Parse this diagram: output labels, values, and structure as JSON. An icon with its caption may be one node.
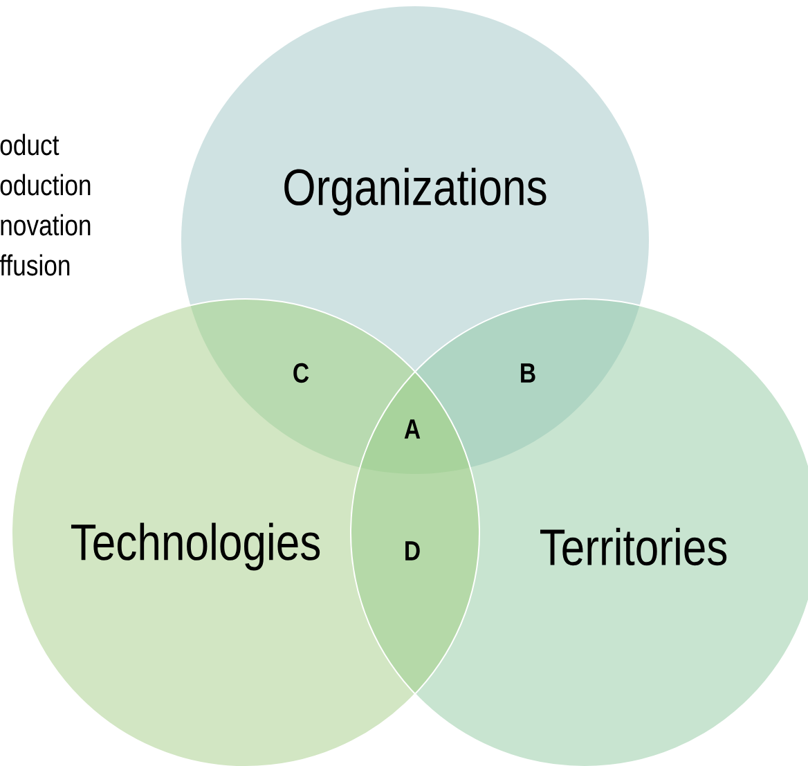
{
  "diagram": {
    "nodes": [
      {
        "text": [
          "Organizations"
        ]
      },
      {
        "text": [
          "Technologies"
        ]
      },
      {
        "text": [
          "Territories"
        ]
      }
    ],
    "labels": [
      "oduct",
      "oduction",
      "novation",
      "ffusion",
      "C",
      "B",
      "A",
      "D"
    ]
  }
}
